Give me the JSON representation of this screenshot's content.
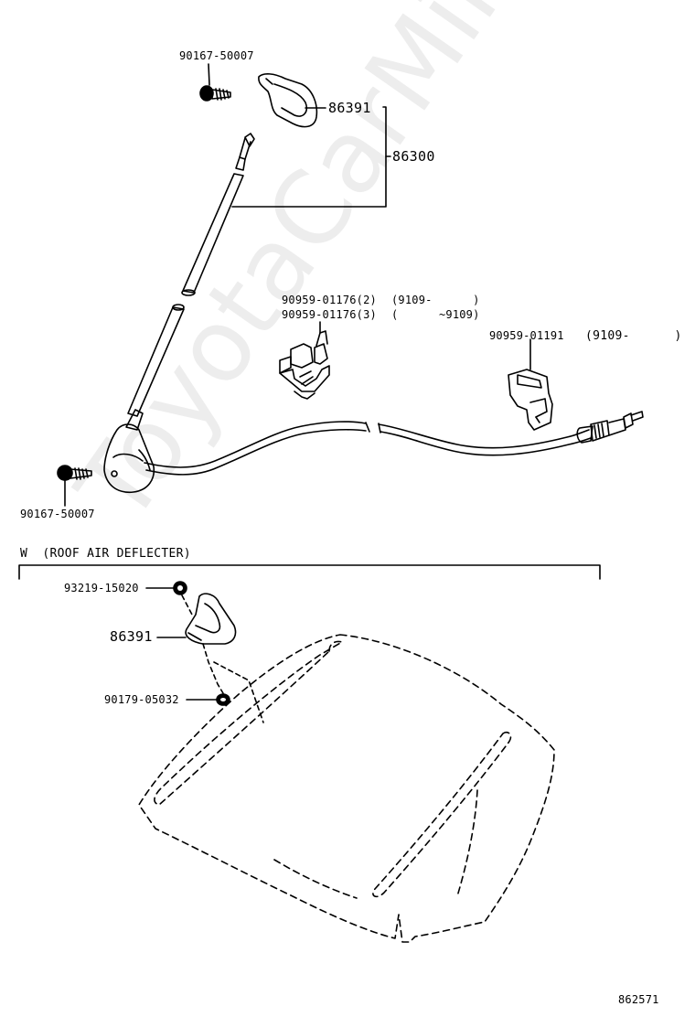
{
  "watermark": "ToyotaCarMine.ru",
  "labels": {
    "screw_top": "90167-50007",
    "cap_top": "86391",
    "antenna_assy": "86300",
    "clip_1": "90959-01176(2)",
    "clip_1_range": "(9109-      )",
    "clip_2": "90959-01176(3)",
    "clip_2_range": "(      ~9109)",
    "clip_3": "90959-01191",
    "clip_3_range": "(9109-      )",
    "screw_bottom": "90167-50007",
    "section_title": "W  (ROOF AIR DEFLECTER)",
    "grommet": "93219-15020",
    "cap_bottom": "86391",
    "nut": "90179-05032",
    "figure_number": "862571"
  }
}
